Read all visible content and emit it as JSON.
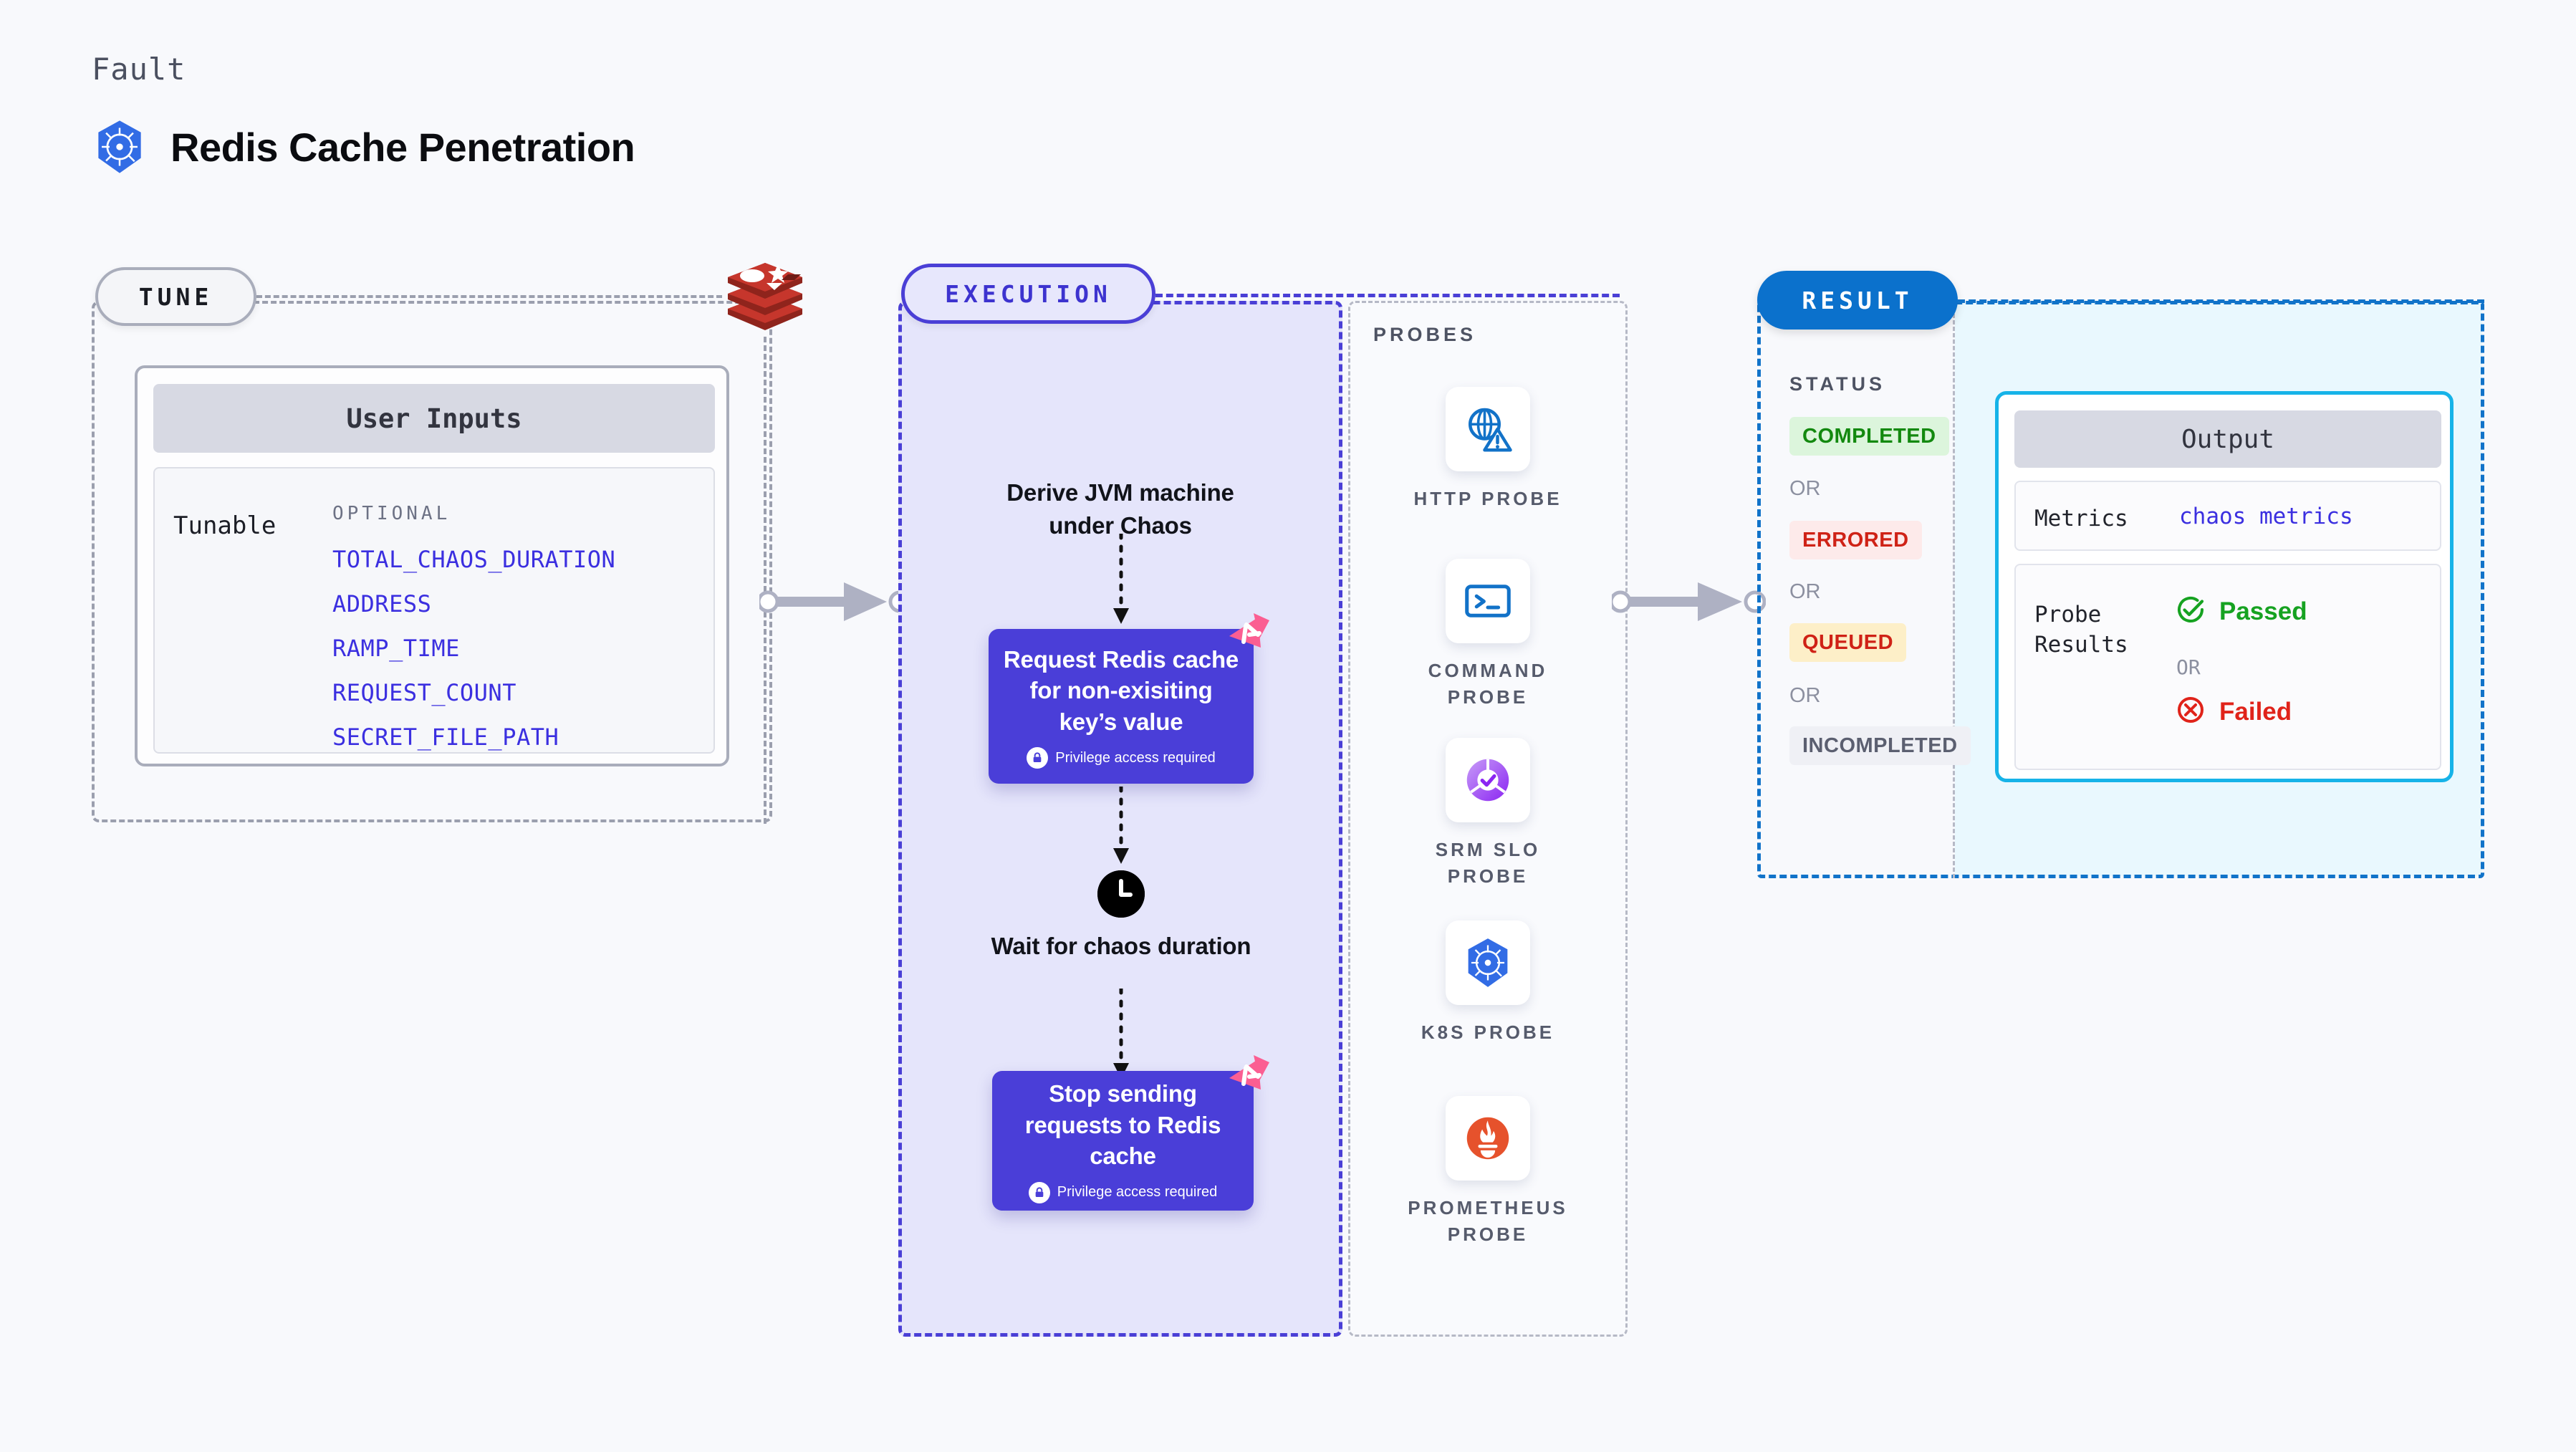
{
  "header": {
    "eyebrow": "Fault",
    "title": "Redis Cache Penetration",
    "logo_icon": "kubernetes-icon"
  },
  "tune": {
    "pill_label": "TUNE",
    "target_icon": "redis-logo-icon",
    "card": {
      "title": "User Inputs",
      "row_label": "Tunable",
      "group_label": "OPTIONAL",
      "items": [
        "TOTAL_CHAOS_DURATION",
        "ADDRESS",
        "RAMP_TIME",
        "REQUEST_COUNT",
        "SECRET_FILE_PATH"
      ]
    }
  },
  "execution": {
    "pill_label": "EXECUTION",
    "steps": [
      {
        "type": "text",
        "label": "Derive JVM machine\nunder Chaos"
      },
      {
        "type": "action",
        "label": "Request Redis cache for non-exisiting key’s value",
        "note": "Privilege access required",
        "badge_icon": "litmus-badge-icon",
        "lock_icon": "lock-icon"
      },
      {
        "type": "wait",
        "icon": "clock-icon",
        "label": "Wait for chaos\nduration"
      },
      {
        "type": "action",
        "label": "Stop sending requests to Redis cache",
        "note": "Privilege access required",
        "badge_icon": "litmus-badge-icon",
        "lock_icon": "lock-icon"
      }
    ]
  },
  "probes": {
    "title": "PROBES",
    "items": [
      {
        "label": "HTTP PROBE",
        "icon": "globe-warning-icon"
      },
      {
        "label": "COMMAND\nPROBE",
        "icon": "terminal-icon"
      },
      {
        "label": "SRM SLO\nPROBE",
        "icon": "srm-slo-donut-icon"
      },
      {
        "label": "K8S PROBE",
        "icon": "kubernetes-icon"
      },
      {
        "label": "PROMETHEUS\nPROBE",
        "icon": "prometheus-icon"
      }
    ]
  },
  "result": {
    "pill_label": "RESULT",
    "status_title": "STATUS",
    "or_label": "OR",
    "statuses": [
      {
        "label": "COMPLETED",
        "color": "#13890f",
        "bg": "#dcf5dc"
      },
      {
        "label": "ERRORED",
        "color": "#cf2216",
        "bg": "#fdeaea"
      },
      {
        "label": "QUEUED",
        "color": "#cf2216",
        "bg": "#fdefc8"
      },
      {
        "label": "INCOMPLETED",
        "color": "#5b5f70",
        "bg": "#eff0f5"
      }
    ],
    "output": {
      "title": "Output",
      "metrics_label": "Metrics",
      "metrics_value": "chaos metrics",
      "probe_results_label": "Probe\nResults",
      "passed_label": "Passed",
      "passed_icon": "check-circle-icon",
      "failed_label": "Failed",
      "failed_icon": "x-circle-icon",
      "or_label": "OR"
    }
  },
  "colors": {
    "background": "#f8f9fc",
    "execution_accent": "#4a3fd6",
    "execution_fill": "#e5e5fb",
    "result_accent": "#1173c9",
    "result_fill": "#e9f8fe",
    "output_border": "#16b3e8",
    "tune_accent": "#9b9fae",
    "tunable_text": "#3b2fe0",
    "litmus_pink": "#fb5e92"
  }
}
